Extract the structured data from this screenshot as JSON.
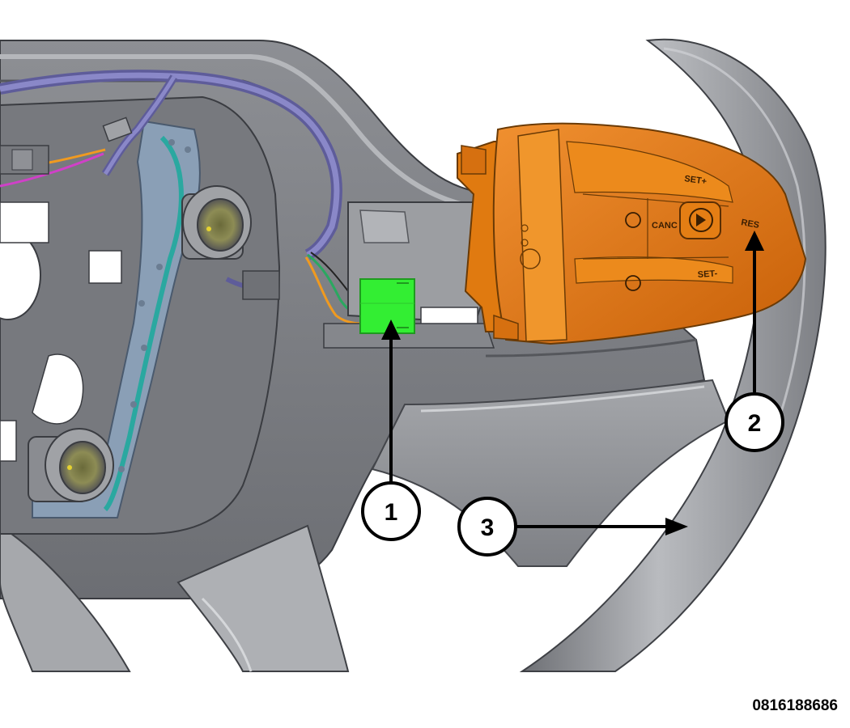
{
  "figure_id": "0816188686",
  "callouts": [
    {
      "number": "1"
    },
    {
      "number": "2"
    },
    {
      "number": "3"
    }
  ],
  "switch_labels": {
    "set_plus": "SET+",
    "canc": "CANC",
    "res": "RES",
    "set_minus": "SET-"
  },
  "colors": {
    "switch_housing": "#e07a10",
    "connector": "#33ee33",
    "wheel_body": "#9a9ca0",
    "wheel_dark": "#5f6166",
    "frame": "#7f93aa",
    "wire_harness": "#7a78b8",
    "wire_orange": "#f09a20",
    "wire_magenta": "#d040c8",
    "wire_green": "#2aa860",
    "callout_line": "#000000"
  }
}
